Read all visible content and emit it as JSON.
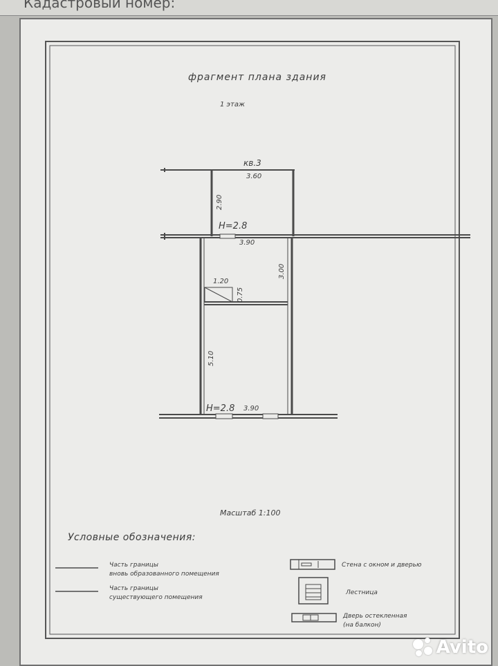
{
  "header": {
    "cadastral_fragment": "Кадастровый номер:"
  },
  "plan": {
    "title": "фрагмент плана здания",
    "floor": "1 этаж",
    "apartment": "кв.3",
    "dims": {
      "top_width": "3.60",
      "top_height": "2.90",
      "middle_width": "3.90",
      "middle_height": "3.00",
      "closet_width": "1.20",
      "closet_depth": "0.75",
      "bottom_height": "5.10",
      "bottom_width": "3.90"
    },
    "height_mark_upper": "H=2.8",
    "height_mark_lower": "H=2.8",
    "scale": "Масштаб 1:100"
  },
  "legend": {
    "title": "Условные обозначения:",
    "items": [
      {
        "line1": "Часть границы",
        "line2": "вновь образованного помещения"
      },
      {
        "line1": "Часть границы",
        "line2": "существующего помещения"
      },
      {
        "line1": "Стена с окном и дверью",
        "line2": ""
      },
      {
        "line1": "Лестница",
        "line2": ""
      },
      {
        "line1": "Дверь остекленная",
        "line2": "(на балкон)"
      }
    ]
  },
  "watermark": {
    "brand": "Avito"
  }
}
